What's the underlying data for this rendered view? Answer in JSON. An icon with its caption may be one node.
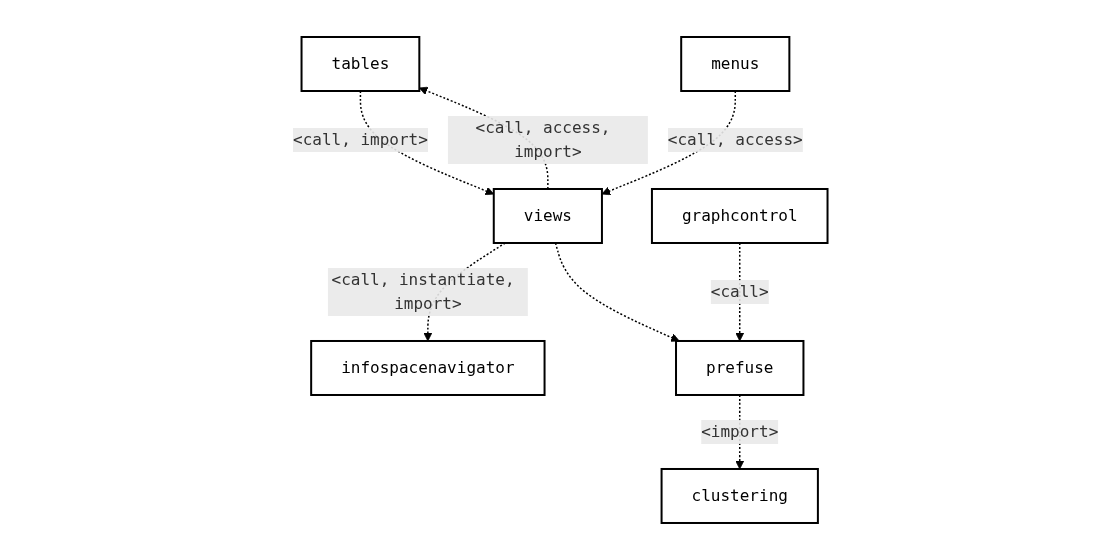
{
  "diagram": {
    "nodes": [
      {
        "text": [
          "tables"
        ]
      },
      {
        "text": [
          "views"
        ]
      },
      {
        "text": [
          "menus"
        ]
      },
      {
        "text": [
          "infospacenavigator"
        ]
      },
      {
        "text": [
          "prefuse"
        ]
      },
      {
        "text": [
          "graphcontrol"
        ]
      },
      {
        "text": [
          "clustering"
        ]
      }
    ],
    "edges": [
      {
        "from": 0,
        "to": 1,
        "arrow": "to",
        "label": "<call, import>",
        "style": "dashed"
      },
      {
        "from": 1,
        "to": 0,
        "arrow": "to",
        "label": "<call, access, import>",
        "style": "dashed"
      },
      {
        "from": 2,
        "to": 1,
        "arrow": "to",
        "label": "<call, access>",
        "style": "dashed"
      },
      {
        "from": 1,
        "to": 3,
        "arrow": "to",
        "label": "<call, instantiate, import>",
        "style": "dashed"
      },
      {
        "from": 1,
        "to": 4,
        "arrow": "to",
        "style": "dashed"
      },
      {
        "from": 5,
        "to": 4,
        "arrow": "to",
        "label": "<call>",
        "style": "dashed"
      },
      {
        "from": 4,
        "to": 6,
        "arrow": "to",
        "label": "<import>",
        "style": "dashed"
      }
    ]
  }
}
